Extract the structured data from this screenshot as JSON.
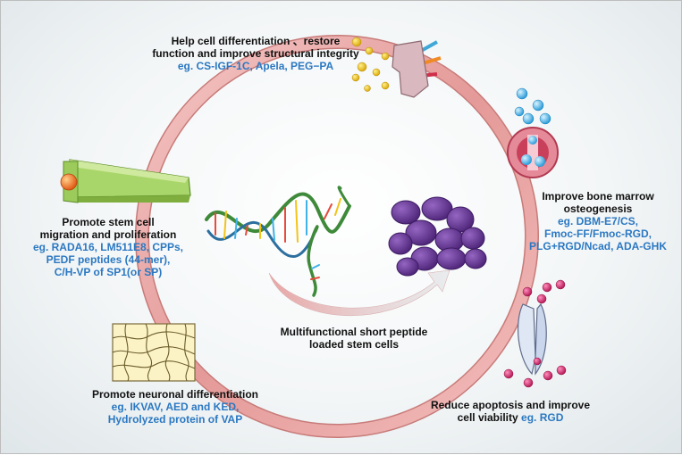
{
  "top": {
    "line1": "Help cell differentiation 、restore",
    "line2": "function and improve structural integrity",
    "examples": "eg. CS-IGF-1C, Apela, PEG−PA"
  },
  "left": {
    "line1": "Promote stem cell",
    "line2": "migration and proliferation",
    "ex1": "eg. RADA16, LM511E8, CPPs,",
    "ex2": "PEDF peptides (44-mer),",
    "ex3": "C/H-VP of SP1(or SP)"
  },
  "right": {
    "line1": "Improve bone marrow",
    "line2": "osteogenesis",
    "ex1": "eg. DBM-E7/CS,",
    "ex2": "Fmoc-FF/Fmoc-RGD,",
    "ex3": "PLG+RGD/Ncad, ADA-GHK"
  },
  "center": {
    "line1": "Multifunctional short peptide",
    "line2": "loaded stem cells"
  },
  "bottom_left": {
    "line1": "Promote neuronal differentiation",
    "ex1": "eg. IKVAV, AED and KED,",
    "ex2": "Hydrolyzed protein of VAP"
  },
  "bottom_right": {
    "line1": "Reduce apoptosis and improve",
    "line2_text": "cell viability",
    "line2_example": "eg. RGD"
  },
  "colors": {
    "ring": "#e8a6a4",
    "title_text": "#111111",
    "example_text": "#2b78c2",
    "cell_purple": "#6a3a9a",
    "dna_green": "#3f8a3a",
    "water_blue": "#3fb3e8",
    "rgd_pink": "#d0246b",
    "gold": "#f2c41a"
  }
}
